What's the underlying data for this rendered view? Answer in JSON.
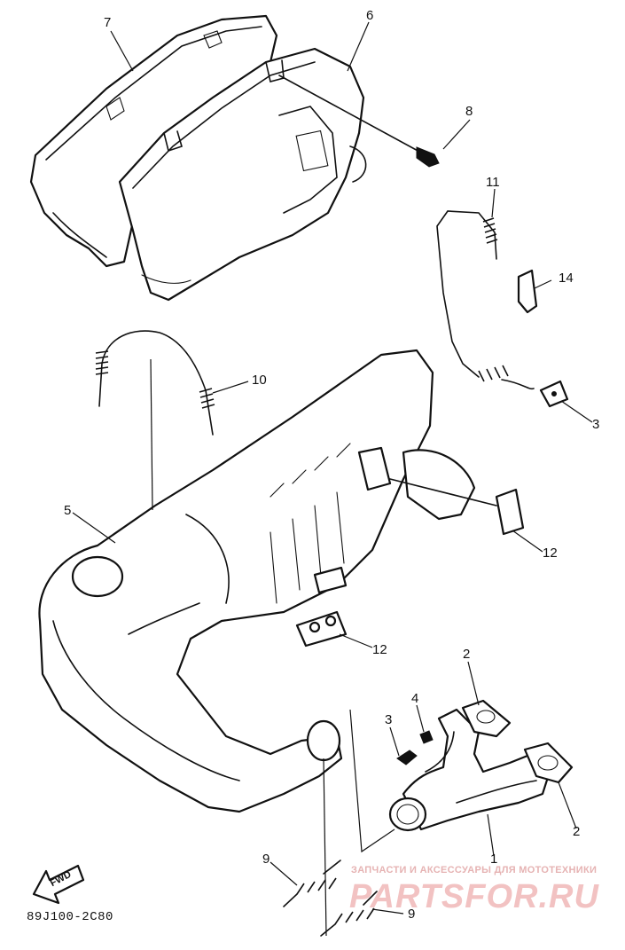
{
  "diagram": {
    "code": "89J100-2C80",
    "fwd_label": "FWD",
    "watermark": {
      "caption": "ЗАПЧАСТИ И АКСЕССУАРЫ ДЛЯ МОТОТЕХНИКИ",
      "logo": "PARTSFOR.RU"
    },
    "callouts": {
      "c1": "1",
      "c2a": "2",
      "c2b": "2",
      "c3a": "3",
      "c3b": "3",
      "c4": "4",
      "c5": "5",
      "c6": "6",
      "c7": "7",
      "c8": "8",
      "c9a": "9",
      "c9b": "9",
      "c10": "10",
      "c11": "11",
      "c12a": "12",
      "c12b": "12",
      "c14": "14"
    }
  },
  "colors": {
    "line": "#111111",
    "background": "#ffffff",
    "watermark": "#f2c2c2"
  }
}
